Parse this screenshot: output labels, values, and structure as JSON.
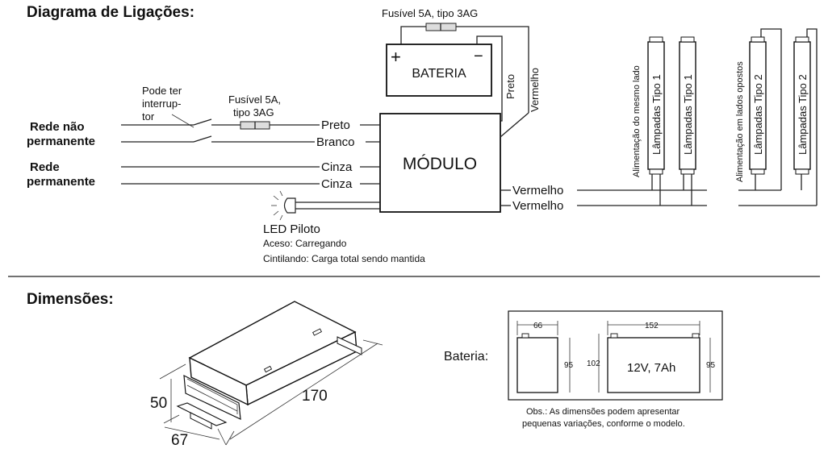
{
  "wiring": {
    "title": "Diagrama de Ligações:",
    "fuse_top": "Fusível 5A, tipo 3AG",
    "battery_label": "BATERIA",
    "battery_plus": "+",
    "battery_minus": "−",
    "wire_black_vertical": "Preto",
    "wire_red_vertical": "Vermelho",
    "switch_label_l1": "Pode ter",
    "switch_label_l2": "interrup-",
    "switch_label_l3": "tor",
    "fuse_left_l1": "Fusível 5A,",
    "fuse_left_l2": "tipo 3AG",
    "rede_nao_l1": "Rede não",
    "rede_nao_l2": "permanente",
    "rede_l1": "Rede",
    "rede_l2": "permanente",
    "wire_preto": "Preto",
    "wire_branco": "Branco",
    "wire_cinza_1": "Cinza",
    "wire_cinza_2": "Cinza",
    "module_label": "MÓDULO",
    "wire_vermelho_1": "Vermelho",
    "wire_vermelho_2": "Vermelho",
    "led_title": "LED Piloto",
    "led_line1": "Aceso: Carregando",
    "led_line2": "Cintilando: Carga total sendo mantida",
    "group1_caption": "Alimentação do mesmo lado",
    "lamp_type1_a": "Lâmpadas Tipo 1",
    "lamp_type1_b": "Lâmpadas Tipo 1",
    "group2_caption": "Alimentação em lados opostos",
    "lamp_type2_a": "Lâmpadas Tipo 2",
    "lamp_type2_b": "Lâmpadas Tipo 2"
  },
  "dimensions": {
    "title": "Dimensões:",
    "module_height": "50",
    "module_width": "67",
    "module_length": "170",
    "battery_label": "Bateria:",
    "battery_dim_66": "66",
    "battery_dim_152": "152",
    "battery_dim_95_left": "95",
    "battery_dim_102": "102",
    "battery_dim_95_right": "95",
    "battery_rating": "12V, 7Ah",
    "note_l1": "Obs.: As dimensões podem apresentar",
    "note_l2": "pequenas variações, conforme o modelo."
  }
}
